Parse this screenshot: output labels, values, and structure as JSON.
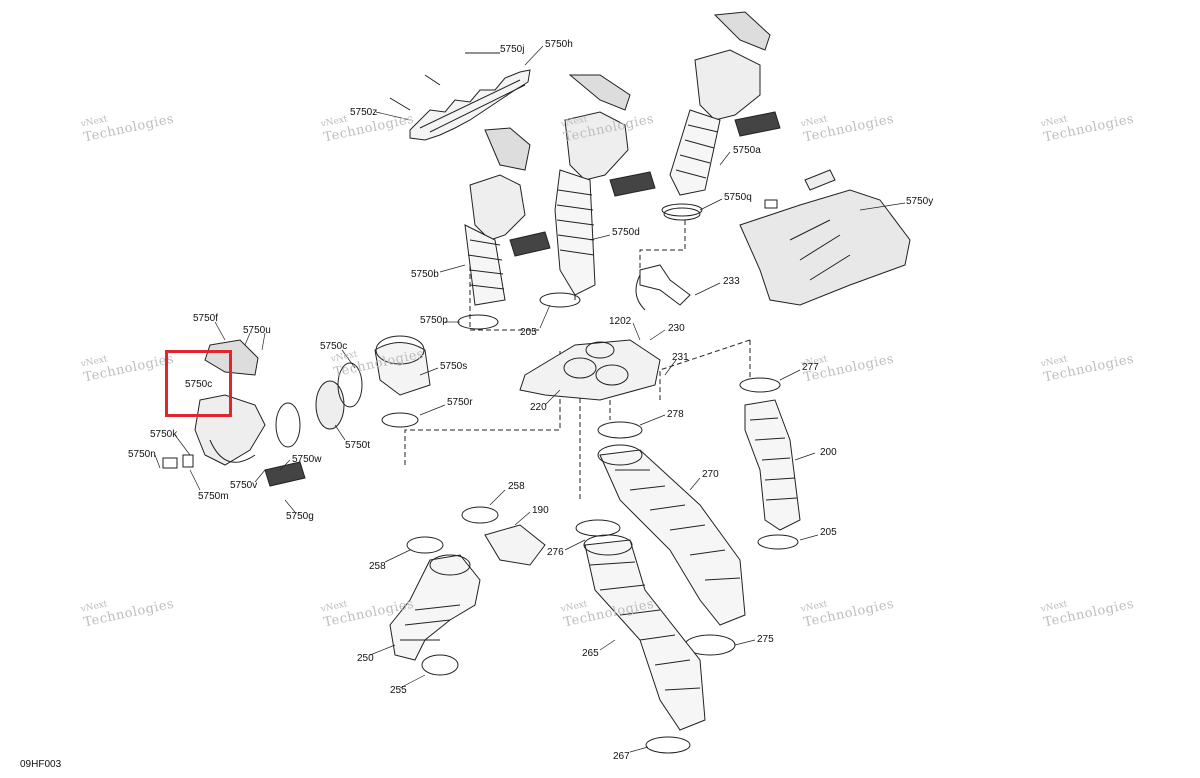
{
  "figure_code": "09HF003",
  "watermark": {
    "line1": "vNext",
    "line2": "Technologies"
  },
  "highlight_color": "#e0262c",
  "highlighted_part": "5750c",
  "labels": {
    "l5750h": "5750h",
    "l5750j": "5750j",
    "l5750z": "5750z",
    "l5750a": "5750a",
    "l5750q": "5750q",
    "l5750y": "5750y",
    "l5750d": "5750d",
    "l5750b": "5750b",
    "l233": "233",
    "l5750p": "5750p",
    "l205a": "205",
    "l1202": "1202",
    "l230": "230",
    "l231": "231",
    "l220": "220",
    "l5750f": "5750f",
    "l5750u": "5750u",
    "l5750cc": "5750c",
    "l5750c": "5750c",
    "l5750s": "5750s",
    "l5750r": "5750r",
    "l5750t": "5750t",
    "l5750k": "5750k",
    "l5750n": "5750n",
    "l5750m": "5750m",
    "l5750v": "5750v",
    "l5750w": "5750w",
    "l5750g": "5750g",
    "l277": "277",
    "l278": "278",
    "l270": "270",
    "l200": "200",
    "l258a": "258",
    "l190": "190",
    "l258b": "258",
    "l276": "276",
    "l205b": "205",
    "l250": "250",
    "l255": "255",
    "l265": "265",
    "l275": "275",
    "l267": "267"
  }
}
